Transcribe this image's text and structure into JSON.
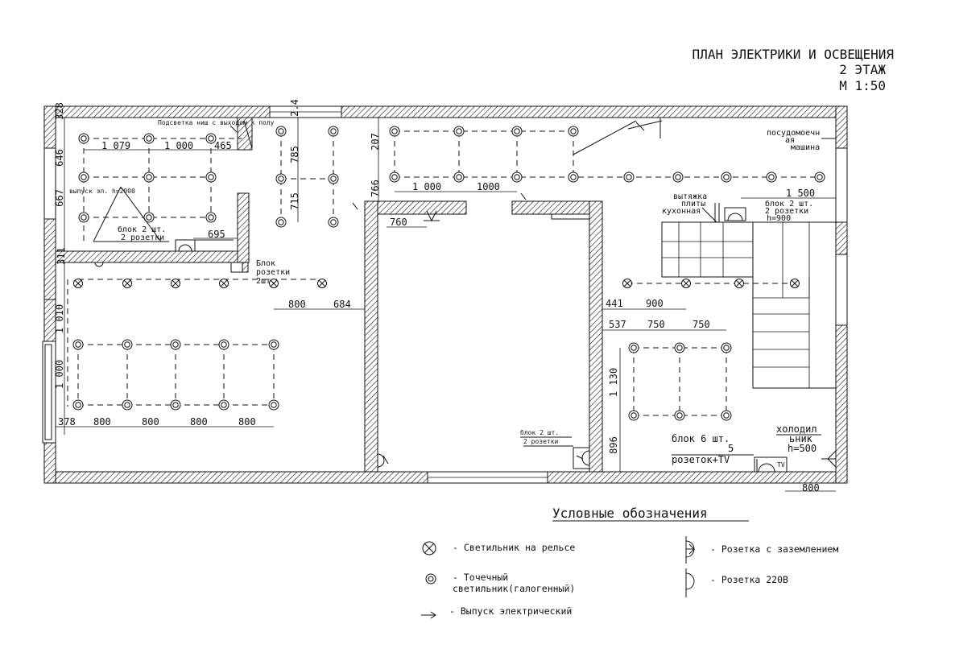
{
  "title": {
    "line1": "ПЛАН ЭЛЕКТРИКИ И ОСВЕЩЕНИЯ",
    "line2": "2 ЭТАЖ",
    "line3": "М 1:50"
  },
  "dimensions": {
    "d_328": "328",
    "d_2_4": "2.4",
    "d_646": "646",
    "d_667": "667",
    "d_1079": "1 079",
    "d_1000a": "1 000",
    "d_465": "465",
    "d_785": "785",
    "d_715": "715",
    "d_695": "695",
    "d_311": "311",
    "d_207": "207",
    "d_766": "766",
    "d_1000b": "1 000",
    "d_1000c": "1000",
    "d_1500": "1 500",
    "d_760": "760",
    "d_800a": "800",
    "d_684": "684",
    "d_1010": "1 010",
    "d_1000d": "1 000",
    "d_378": "378",
    "d_800b": "800",
    "d_800c": "800",
    "d_800d": "800",
    "d_800e": "800",
    "d_441": "441",
    "d_900": "900",
    "d_537": "537",
    "d_750a": "750",
    "d_750b": "750",
    "d_1130": "1 130",
    "d_896": "896",
    "d_800f": "800"
  },
  "notes": {
    "podsvetka": "Подсветка ниш с выходом к полу",
    "vypusk": "выпуск эл. h=2000",
    "blok2_left_1": "блок 2 шт.",
    "blok2_left_2": "2 розетки",
    "blok_rozetki_1": "Блок",
    "blok_rozetki_2": "розетки",
    "blok_rozetki_3": "2шт.",
    "posudomoech_1": "посудомоечн",
    "posudomoech_2": "ая",
    "posudomoech_3": "машина",
    "vytyazhka_1": "вытяжка",
    "vytyazhka_2": "плиты",
    "vytyazhka_3": "кухонная",
    "blok2_right_1": "блок 2 шт.",
    "blok2_right_2": "2 розетки",
    "blok2_right_3": "h=900",
    "blok2_center_1": "блок 2 шт.",
    "blok2_center_2": "2 розетки",
    "blok6_1": "блок 6 шт.",
    "blok6_2": "5",
    "blok6_3": "розеток+TV",
    "holod_1": "холодил",
    "holod_2": "ьник",
    "holod_3": "h=500",
    "tv": "TV"
  },
  "legend": {
    "title": "Условные обозначения",
    "rail": "- Светильник на рельсе",
    "spot_1": "- Точечный",
    "spot_2": "светильник(галогенный)",
    "outlet": "- Выпуск электрический",
    "ground": "- Розетка с заземлением",
    "socket": "- Розетка 220В"
  }
}
